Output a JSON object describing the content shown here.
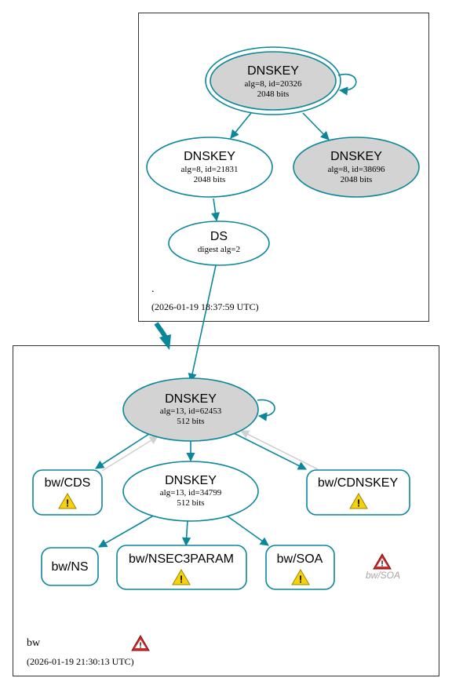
{
  "colors": {
    "edge": "#0a879a",
    "gray_edge": "#c8c8c8",
    "node_fill_gray": "#d3d3d3",
    "warning_yellow": "#f5d20a",
    "error_red": "#d02a2a"
  },
  "root_zone": {
    "name": ".",
    "timestamp": "(2026-01-19 18:37:59 UTC)",
    "ksk": {
      "type": "DNSKEY",
      "detail": "alg=8, id=20326",
      "bits": "2048 bits"
    },
    "zsk1": {
      "type": "DNSKEY",
      "detail": "alg=8, id=21831",
      "bits": "2048 bits"
    },
    "zsk2": {
      "type": "DNSKEY",
      "detail": "alg=8, id=38696",
      "bits": "2048 bits"
    },
    "ds": {
      "type": "DS",
      "detail": "digest alg=2"
    }
  },
  "bw_zone": {
    "name": "bw",
    "timestamp": "(2026-01-19 21:30:13 UTC)",
    "ksk": {
      "type": "DNSKEY",
      "detail": "alg=13, id=62453",
      "bits": "512 bits"
    },
    "zsk": {
      "type": "DNSKEY",
      "detail": "alg=13, id=34799",
      "bits": "512 bits"
    },
    "cds": {
      "label": "bw/CDS",
      "warning": "warning-icon"
    },
    "cdnskey": {
      "label": "bw/CDNSKEY",
      "warning": "warning-icon"
    },
    "ns": {
      "label": "bw/NS"
    },
    "nsec3param": {
      "label": "bw/NSEC3PARAM",
      "warning": "warning-icon"
    },
    "soa": {
      "label": "bw/SOA",
      "warning": "warning-icon"
    },
    "soa_error": {
      "label": "bw/SOA",
      "error": "error-icon"
    },
    "zone_error": "error-icon"
  }
}
